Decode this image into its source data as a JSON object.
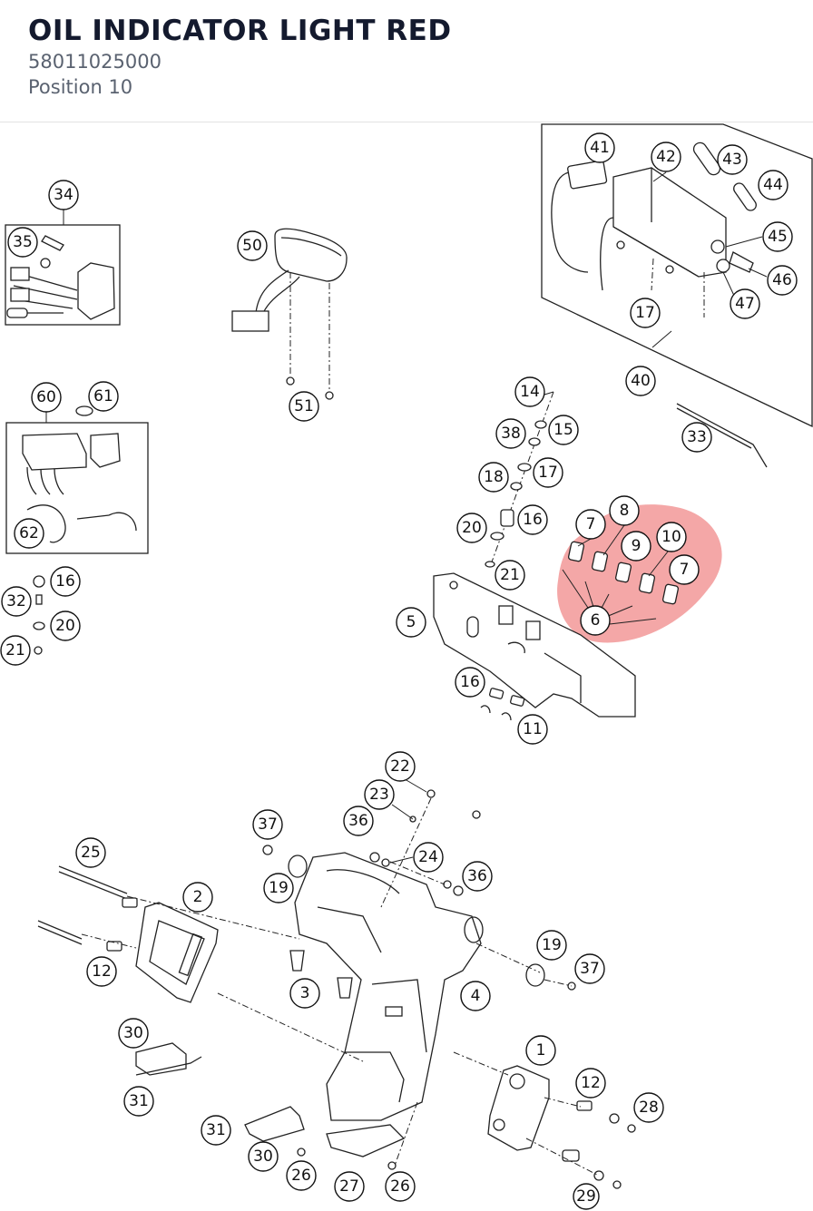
{
  "header": {
    "title": "OIL INDICATOR LIGHT RED",
    "part_number": "58011025000",
    "position": "Position 10"
  },
  "highlight": {
    "color": "#f08a8a"
  },
  "callouts": [
    {
      "id": "c41",
      "label": "41"
    },
    {
      "id": "c42",
      "label": "42"
    },
    {
      "id": "c43",
      "label": "43"
    },
    {
      "id": "c44",
      "label": "44"
    },
    {
      "id": "c45",
      "label": "45"
    },
    {
      "id": "c46",
      "label": "46"
    },
    {
      "id": "c47",
      "label": "47"
    },
    {
      "id": "c17a",
      "label": "17"
    },
    {
      "id": "c40",
      "label": "40"
    },
    {
      "id": "c33",
      "label": "33"
    },
    {
      "id": "c34",
      "label": "34"
    },
    {
      "id": "c35",
      "label": "35"
    },
    {
      "id": "c50",
      "label": "50"
    },
    {
      "id": "c51",
      "label": "51"
    },
    {
      "id": "c60",
      "label": "60"
    },
    {
      "id": "c61",
      "label": "61"
    },
    {
      "id": "c62",
      "label": "62"
    },
    {
      "id": "c16a",
      "label": "16"
    },
    {
      "id": "c32",
      "label": "32"
    },
    {
      "id": "c20a",
      "label": "20"
    },
    {
      "id": "c21a",
      "label": "21"
    },
    {
      "id": "c14",
      "label": "14"
    },
    {
      "id": "c38",
      "label": "38"
    },
    {
      "id": "c15",
      "label": "15"
    },
    {
      "id": "c18",
      "label": "18"
    },
    {
      "id": "c17b",
      "label": "17"
    },
    {
      "id": "c20b",
      "label": "20"
    },
    {
      "id": "c16b",
      "label": "16"
    },
    {
      "id": "c21b",
      "label": "21"
    },
    {
      "id": "c7a",
      "label": "7"
    },
    {
      "id": "c8",
      "label": "8"
    },
    {
      "id": "c9",
      "label": "9"
    },
    {
      "id": "c10",
      "label": "10"
    },
    {
      "id": "c7b",
      "label": "7"
    },
    {
      "id": "c6",
      "label": "6"
    },
    {
      "id": "c5",
      "label": "5"
    },
    {
      "id": "c16c",
      "label": "16"
    },
    {
      "id": "c11",
      "label": "11"
    },
    {
      "id": "c22",
      "label": "22"
    },
    {
      "id": "c23",
      "label": "23"
    },
    {
      "id": "c37a",
      "label": "37"
    },
    {
      "id": "c36a",
      "label": "36"
    },
    {
      "id": "c24",
      "label": "24"
    },
    {
      "id": "c36b",
      "label": "36"
    },
    {
      "id": "c25",
      "label": "25"
    },
    {
      "id": "c2",
      "label": "2"
    },
    {
      "id": "c19a",
      "label": "19"
    },
    {
      "id": "c12a",
      "label": "12"
    },
    {
      "id": "c3",
      "label": "3"
    },
    {
      "id": "c19b",
      "label": "19"
    },
    {
      "id": "c37b",
      "label": "37"
    },
    {
      "id": "c4",
      "label": "4"
    },
    {
      "id": "c30a",
      "label": "30"
    },
    {
      "id": "c31a",
      "label": "31"
    },
    {
      "id": "c1",
      "label": "1"
    },
    {
      "id": "c12b",
      "label": "12"
    },
    {
      "id": "c28",
      "label": "28"
    },
    {
      "id": "c31b",
      "label": "31"
    },
    {
      "id": "c30b",
      "label": "30"
    },
    {
      "id": "c26a",
      "label": "26"
    },
    {
      "id": "c27",
      "label": "27"
    },
    {
      "id": "c26b",
      "label": "26"
    },
    {
      "id": "c29",
      "label": "29"
    }
  ]
}
